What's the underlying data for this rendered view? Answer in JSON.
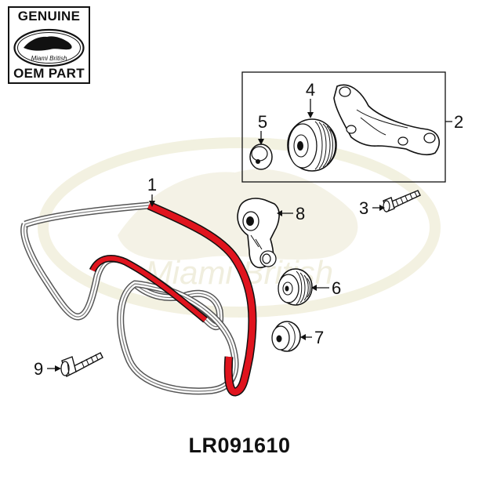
{
  "badge": {
    "top_text": "GENUINE",
    "logo_text": "Miami British",
    "bottom_text": "OEM PART"
  },
  "watermark": {
    "text": "Miami British"
  },
  "callouts": [
    {
      "id": "belt",
      "label": "1"
    },
    {
      "id": "bracket",
      "label": "2"
    },
    {
      "id": "bolt-long",
      "label": "3"
    },
    {
      "id": "idler-pulley-grooved",
      "label": "4"
    },
    {
      "id": "pulley-cap",
      "label": "5"
    },
    {
      "id": "idler-pulley-ribbed",
      "label": "6"
    },
    {
      "id": "idler-pulley-small",
      "label": "7"
    },
    {
      "id": "tensioner",
      "label": "8"
    },
    {
      "id": "bolt-flange",
      "label": "9"
    }
  ],
  "part_number": "LR091610",
  "colors": {
    "belt_highlight": "#e0141e",
    "watermark": "#e9e6c8",
    "line": "#111111"
  }
}
